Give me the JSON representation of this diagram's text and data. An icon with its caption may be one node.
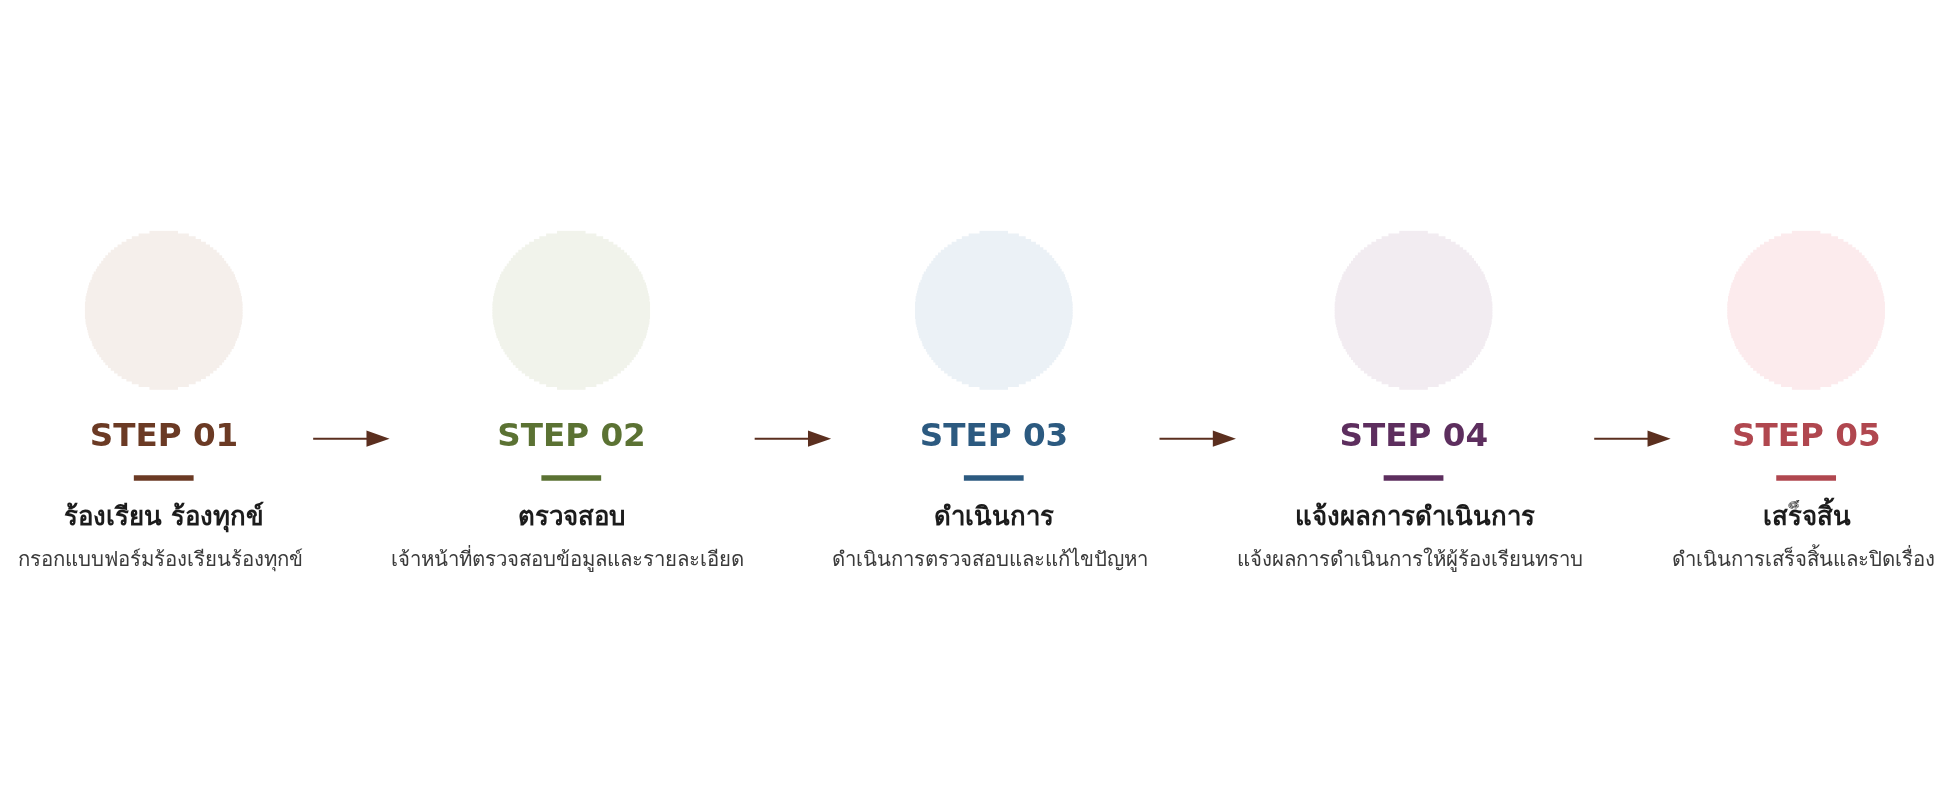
{
  "diagram": {
    "nodes": [
      {
        "text": [
          "STEP 01",
          "ร้องเรียน ร้องทุกข์",
          "กรอกแบบฟอร์มร้องเรียนร้องทุกข์"
        ]
      },
      {
        "text": [
          "STEP 02",
          "ตรวจสอบ",
          "เจ้าหน้าที่ตรวจสอบข้อมูลและรายละเอียด"
        ]
      },
      {
        "text": [
          "STEP 03",
          "ดำเนินการ",
          "ดำเนินการตรวจสอบและแก้ไขปัญหา"
        ]
      },
      {
        "text": [
          "STEP 04",
          "แจ้งผลการดำเนินการ",
          "แจ้งผลการดำเนินการให้ผู้ร้องเรียนทราบ"
        ]
      },
      {
        "text": [
          "STEP 05",
          "เสร็จสิ้น",
          "ดำเนินการเสร็จสิ้นและปิดเรื่อง"
        ]
      }
    ],
    "edges": [
      {
        "from": 0,
        "to": 1,
        "arrow": "to"
      },
      {
        "from": 1,
        "to": 2,
        "arrow": "to"
      },
      {
        "from": 2,
        "to": 3,
        "arrow": "to"
      },
      {
        "from": 3,
        "to": 4,
        "arrow": "to"
      }
    ]
  }
}
